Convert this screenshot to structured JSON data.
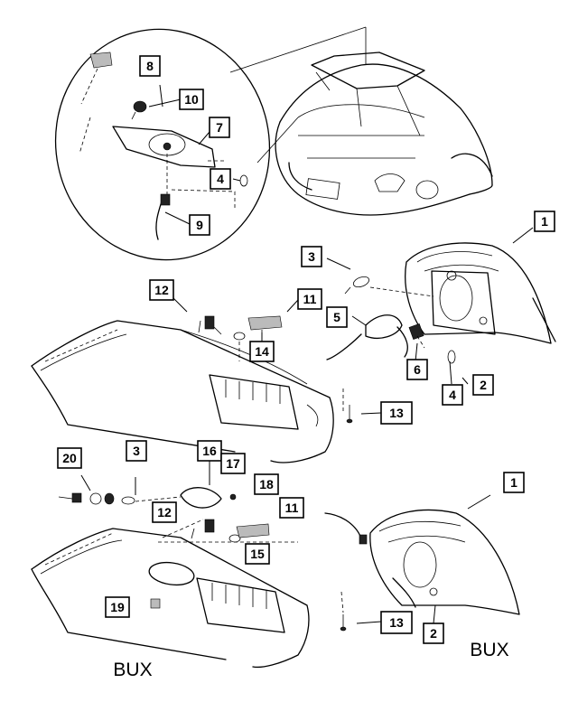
{
  "callouts": [
    {
      "id": "c1a",
      "text": "1"
    },
    {
      "id": "c2a",
      "text": "2"
    },
    {
      "id": "c3a",
      "text": "3"
    },
    {
      "id": "c4a",
      "text": "4"
    },
    {
      "id": "c4b",
      "text": "4"
    },
    {
      "id": "c5",
      "text": "5"
    },
    {
      "id": "c6",
      "text": "6"
    },
    {
      "id": "c7",
      "text": "7"
    },
    {
      "id": "c8",
      "text": "8"
    },
    {
      "id": "c9",
      "text": "9"
    },
    {
      "id": "c10",
      "text": "10"
    },
    {
      "id": "c11a",
      "text": "11"
    },
    {
      "id": "c11b",
      "text": "11"
    },
    {
      "id": "c12a",
      "text": "12"
    },
    {
      "id": "c12b",
      "text": "12"
    },
    {
      "id": "c13a",
      "text": "13"
    },
    {
      "id": "c13b",
      "text": "13"
    },
    {
      "id": "c14",
      "text": "14"
    },
    {
      "id": "c15",
      "text": "15"
    },
    {
      "id": "c16",
      "text": "16"
    },
    {
      "id": "c17",
      "text": "17"
    },
    {
      "id": "c18",
      "text": "18"
    },
    {
      "id": "c19",
      "text": "19"
    },
    {
      "id": "c20",
      "text": "20"
    },
    {
      "id": "c3b",
      "text": "3"
    },
    {
      "id": "c1b",
      "text": "1"
    },
    {
      "id": "c2b",
      "text": "2"
    }
  ],
  "labels": {
    "bux_left": "BUX",
    "bux_right": "BUX"
  }
}
